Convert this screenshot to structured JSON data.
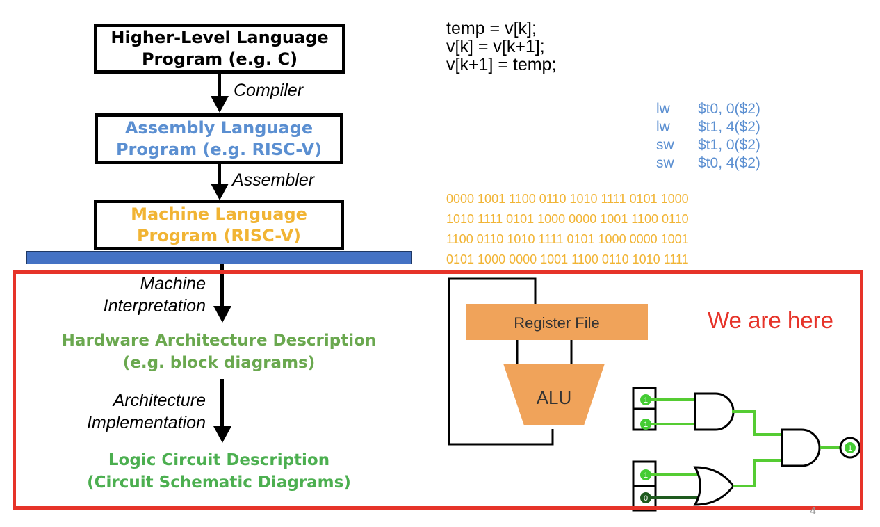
{
  "flow": {
    "box1": {
      "line1": "Higher-Level Language",
      "line2": "Program (e.g.  C)"
    },
    "box2": {
      "line1": "Assembly Language",
      "line2": "Program (e.g.  RISC-V)"
    },
    "box3": {
      "line1": "Machine Language",
      "line2": "Program (RISC-V)"
    },
    "compiler": "Compiler",
    "assembler": "Assembler",
    "machine_interp": {
      "line1": "Machine",
      "line2": "Interpretation"
    },
    "hw_desc": {
      "line1": "Hardware Architecture Description",
      "line2": "(e.g.  block diagrams)"
    },
    "arch_impl": {
      "line1": "Architecture",
      "line2": "Implementation"
    },
    "logic_desc": {
      "line1": "Logic Circuit Description",
      "line2": "(Circuit Schematic Diagrams)"
    }
  },
  "c_code": [
    "temp = v[k];",
    "v[k] = v[k+1];",
    "v[k+1] = temp;"
  ],
  "asm": [
    {
      "op": "lw",
      "args": "$t0, 0($2)"
    },
    {
      "op": "lw",
      "args": "$t1, 4($2)"
    },
    {
      "op": "sw",
      "args": "$t1, 0($2)"
    },
    {
      "op": "sw",
      "args": "$t0, 4($2)"
    }
  ],
  "binary": [
    "0000 1001 1100 0110 1010 1111 0101 1000",
    "1010 1111 0101 1000 0000 1001 1100 0110",
    "1100 0110 1010 1111 0101 1000 0000 1001",
    "0101 1000 0000 1001 1100 0110 1010 1111"
  ],
  "block": {
    "register_file": "Register File",
    "alu": "ALU"
  },
  "circuit": {
    "in1": "1",
    "in2": "1",
    "in3": "1",
    "in4": "0",
    "out": "1"
  },
  "highlight": "We are here",
  "slide_number": "4",
  "colors": {
    "assembly_blue": "#5b8fd1",
    "machine_yellow": "#f1b434",
    "hw_green": "#6aa84f",
    "logic_green": "#4caf50",
    "highlight_red": "#e63329",
    "bar_blue": "#4472c4",
    "block_orange": "#f0a35a"
  }
}
